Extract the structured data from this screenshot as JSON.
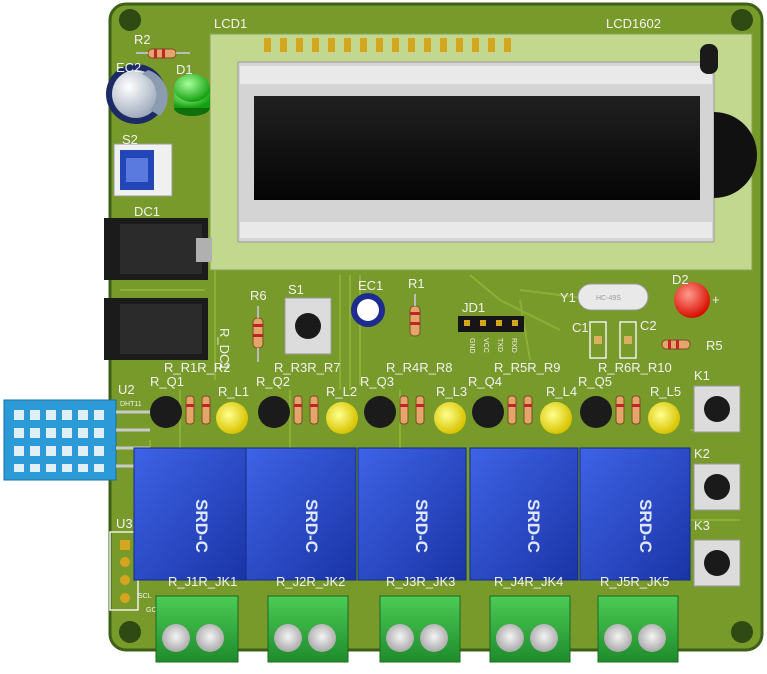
{
  "board": {
    "lcd": {
      "designator": "LCD1",
      "part": "LCD1602"
    },
    "top_left": [
      {
        "key": "r2",
        "label": "R2"
      },
      {
        "key": "ec2",
        "label": "EC2"
      },
      {
        "key": "d1",
        "label": "D1"
      },
      {
        "key": "s2",
        "label": "S2"
      },
      {
        "key": "dc1",
        "label": "DC1"
      },
      {
        "key": "rdc1",
        "label": "R_DC1"
      }
    ],
    "middle": [
      {
        "key": "r6",
        "label": "R6"
      },
      {
        "key": "s1",
        "label": "S1"
      },
      {
        "key": "ec1",
        "label": "EC1"
      },
      {
        "key": "r1",
        "label": "R1"
      },
      {
        "key": "jd1",
        "label": "JD1"
      },
      {
        "key": "y1",
        "label": "Y1"
      },
      {
        "key": "d2",
        "label": "D2"
      },
      {
        "key": "c1",
        "label": "C1"
      },
      {
        "key": "c2",
        "label": "C2"
      },
      {
        "key": "r5",
        "label": "R5"
      },
      {
        "key": "u2",
        "label": "U2"
      },
      {
        "key": "u3",
        "label": "U3"
      },
      {
        "key": "k1",
        "label": "K1"
      },
      {
        "key": "k2",
        "label": "K2"
      },
      {
        "key": "k3",
        "label": "K3"
      },
      {
        "key": "plus",
        "label": "+"
      }
    ],
    "jd1_pins": [
      "GND",
      "VCC",
      "TXD",
      "RXD"
    ],
    "crystal_text": "HC-49S",
    "u2_pin_label": "DHT11",
    "u3_pin_label": "SCL",
    "u3_bottom_label": "GCC",
    "channels": [
      {
        "top": "R_R1R_R2",
        "q": "R_Q1",
        "l": "R_L1",
        "relay": "SRD-C",
        "bottom": "R_J1R_JK1"
      },
      {
        "top": "R_R3R_R7",
        "q": "R_Q2",
        "l": "R_L2",
        "relay": "SRD-C",
        "bottom": "R_J2R_JK2"
      },
      {
        "top": "R_R4R_R8",
        "q": "R_Q3",
        "l": "R_L3",
        "relay": "SRD-C",
        "bottom": "R_J3R_JK3"
      },
      {
        "top": "R_R5R_R9",
        "q": "R_Q4",
        "l": "R_L4",
        "relay": "SRD-C",
        "bottom": "R_J4R_JK4"
      },
      {
        "top": "R_R6R_R10",
        "q": "R_Q5",
        "l": "R_L5",
        "relay": "SRD-C",
        "bottom": "R_J5R_JK5"
      }
    ]
  },
  "colors": {
    "pcb": "#779a2a",
    "pcb_edge": "#3d5f16",
    "relay": "#2545c4",
    "lcd_frame": "#c2d88e",
    "led_yellow": "#f2e600",
    "led_green": "#22c21e",
    "led_red": "#ff1a0a",
    "terminal": "#35b346",
    "dht": "#2d9ad8"
  }
}
